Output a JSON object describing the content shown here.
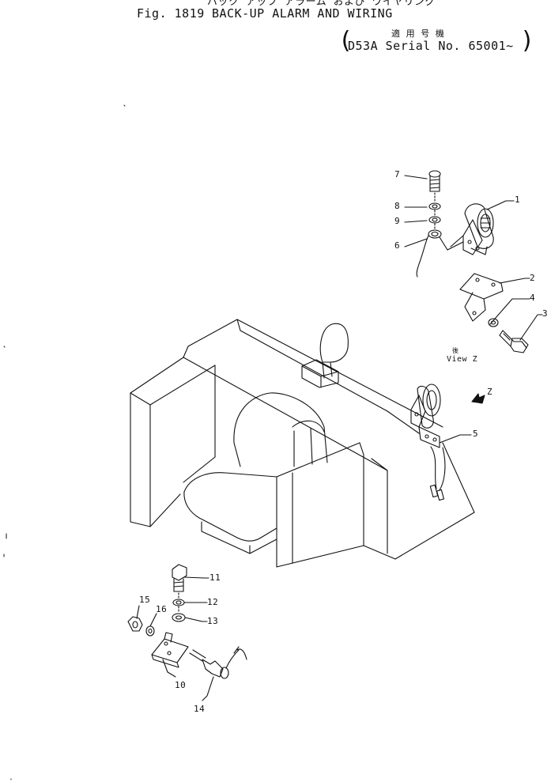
{
  "header": {
    "japanese_title": "バック アップ アラーム および ワイヤリング",
    "figure_number": "Fig. 1819",
    "title": "BACK-UP ALARM AND WIRING",
    "applicability_label": "適 用 号 機",
    "serial": "D53A Serial No. 65001~"
  },
  "callouts": [
    "1",
    "2",
    "3",
    "4",
    "5",
    "6",
    "7",
    "8",
    "9",
    "10",
    "11",
    "12",
    "13",
    "14",
    "15",
    "16"
  ],
  "view": {
    "label_jp": "後",
    "label": "View Z",
    "arrow_label": "Z"
  }
}
